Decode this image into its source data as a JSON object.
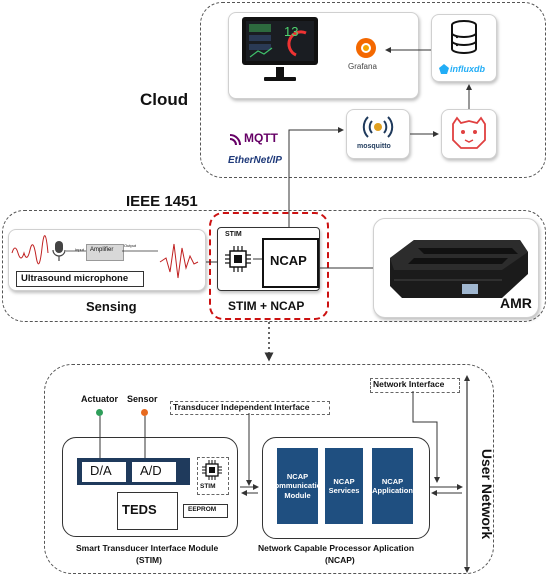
{
  "cloud": {
    "title": "Cloud",
    "grafana": "Grafana",
    "influx": "influxdb",
    "mosquitto": "mosquitto",
    "mqtt": "MQTT",
    "ethernet_ip": "EtherNet/IP",
    "dashboard_value": "13"
  },
  "ieee": {
    "title": "IEEE 1451",
    "sensing": "Sensing",
    "stim_ncap": "STIM + NCAP",
    "stim": "STIM",
    "ncap": "NCAP",
    "amr": "AMR",
    "microphone": "Ultrasound microphone",
    "amplifier": "Amplifier",
    "input": "Input",
    "output": "Output"
  },
  "detail": {
    "actuator": "Actuator",
    "sensor": "Sensor",
    "da": "D/A",
    "ad": "A/D",
    "stim_chip": "STIM",
    "teds": "TEDS",
    "eeprom": "EEPROM",
    "tii": "Transducer Independent Interface",
    "network_interface": "Network Interface",
    "user_network": "User Network",
    "ncap_comm": "NCAP Communication Module",
    "ncap_services": "NCAP Services",
    "ncap_app": "NCAP Application",
    "stim_caption_1": "Smart Transducer Interface Module",
    "stim_caption_2": "(STIM)",
    "ncap_caption_1": "Network Capable Processor Aplication",
    "ncap_caption_2": "(NCAP)"
  },
  "colors": {
    "navy": "#1f3a5c",
    "blue": "#1f4f80",
    "red_dash": "#cc1111",
    "actuator_dot": "#2e9e5a",
    "sensor_dot": "#e66a1f"
  }
}
